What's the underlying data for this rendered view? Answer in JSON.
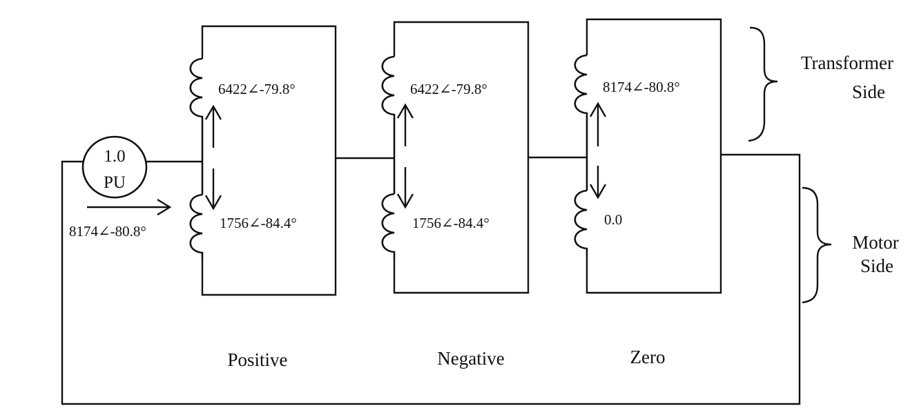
{
  "source": {
    "line1": "1.0",
    "line2": "PU"
  },
  "current_label": "8174∠-80.8°",
  "networks": [
    {
      "name": "Positive",
      "upper_value": "6422∠-79.8°",
      "lower_value": "1756∠-84.4°"
    },
    {
      "name": "Negative",
      "upper_value": "6422∠-79.8°",
      "lower_value": "1756∠-84.4°"
    },
    {
      "name": "Zero",
      "upper_value": "8174∠-80.8°",
      "lower_value": "0.0"
    }
  ],
  "side_labels": {
    "transformer": {
      "line1": "Transformer",
      "line2": "Side"
    },
    "motor": {
      "line1": "Motor",
      "line2": "Side"
    }
  }
}
